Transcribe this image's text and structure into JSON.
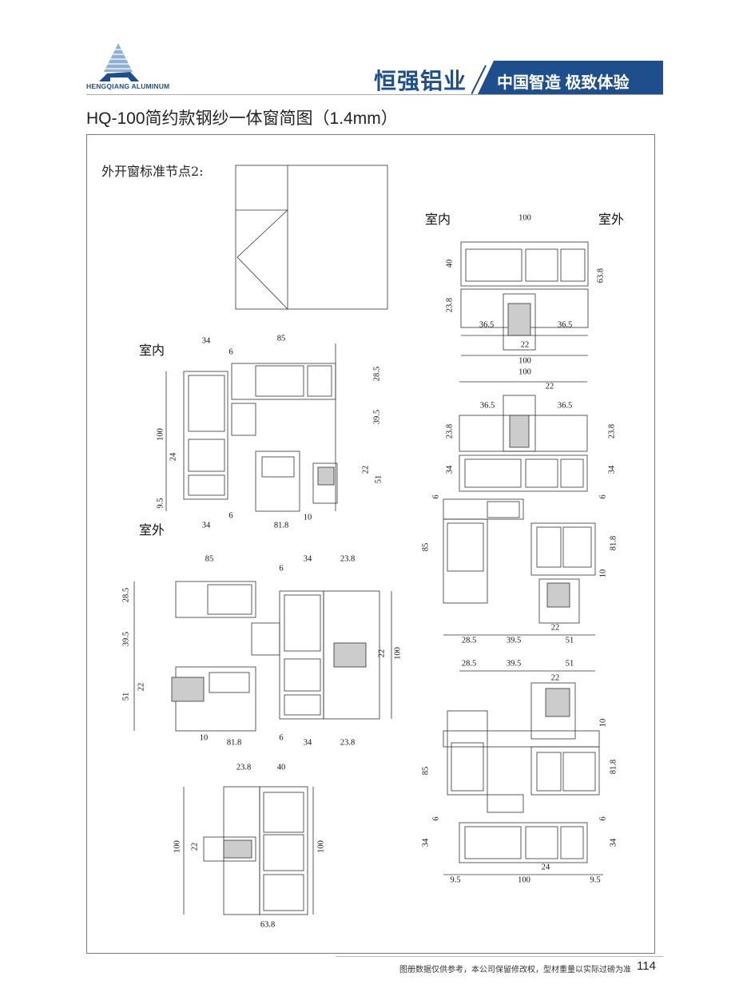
{
  "header": {
    "logo_text": "HENGQIANG ALUMINUM",
    "brand": "恒强铝业",
    "slogan": "中国智造 极致体验",
    "brand_color": "#1f4e8c"
  },
  "title": "HQ-100简约款钢纱一体窗简图（1.4mm）",
  "node_title": "外开窗标准节点2:",
  "drawings": [
    {
      "name": "section-top-right",
      "labels": [
        "室内",
        "100",
        "室外",
        "40",
        "63.8",
        "23.8",
        "36.5",
        "36.5",
        "22",
        "100"
      ]
    },
    {
      "name": "section-left-top",
      "labels": [
        "室内",
        "34",
        "85",
        "6",
        "28.5",
        "39.5",
        "100",
        "24",
        "22",
        "51",
        "9.5",
        "室外",
        "34",
        "6",
        "81.8",
        "10"
      ]
    },
    {
      "name": "section-left-middle",
      "labels": [
        "85",
        "34",
        "23.8",
        "6",
        "28.5",
        "39.5",
        "22",
        "100",
        "51",
        "22",
        "10",
        "81.8",
        "6",
        "34",
        "23.8"
      ]
    },
    {
      "name": "section-left-bottom",
      "labels": [
        "23.8",
        "40",
        "22",
        "100",
        "100",
        "63.8"
      ]
    },
    {
      "name": "section-right-middle",
      "labels": [
        "100",
        "22",
        "36.5",
        "36.5",
        "23.8",
        "23.8",
        "34",
        "34",
        "6",
        "6",
        "85",
        "81.8",
        "10",
        "22",
        "28.5",
        "39.5",
        "51"
      ]
    },
    {
      "name": "section-right-bottom",
      "labels": [
        "28.5",
        "39.5",
        "51",
        "22",
        "10",
        "85",
        "81.8",
        "6",
        "6",
        "34",
        "34",
        "24",
        "9.5",
        "100",
        "9.5"
      ]
    }
  ],
  "footer": {
    "note": "图册数据仅供参考，本公司保留修改权，型材重量以实际过磅为准",
    "page": "114"
  }
}
